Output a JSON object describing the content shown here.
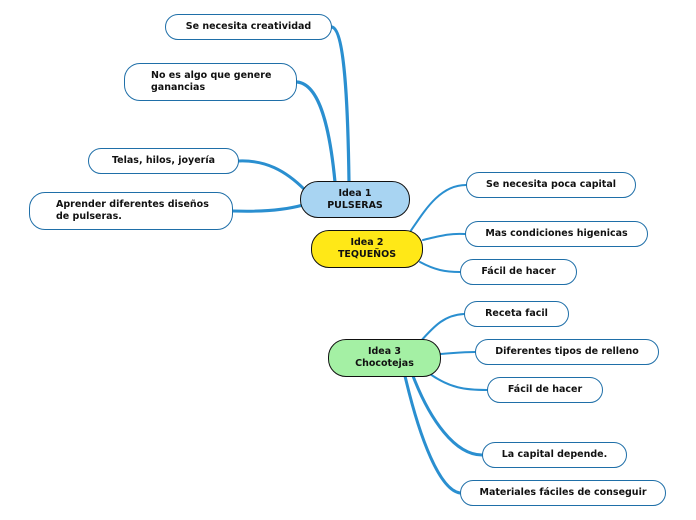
{
  "colors": {
    "line": "#2a8fd0",
    "hub1": "#a8d4f2",
    "hub2": "#ffe817",
    "hub3": "#a4f0a4"
  },
  "hubs": {
    "idea1": {
      "title": "Idea 1",
      "subtitle": "PULSERAS"
    },
    "idea2": {
      "title": "Idea 2",
      "subtitle": "TEQUEÑOS"
    },
    "idea3": {
      "title": "Idea 3",
      "subtitle": "Chocotejas"
    }
  },
  "idea1_items": [
    "Se necesita creatividad",
    "No es algo que genere\nganancias",
    "Telas, hilos, joyería",
    "Aprender diferentes diseños\nde pulseras."
  ],
  "idea2_items": [
    "Se necesita poca capital",
    "Mas condiciones higenicas",
    "Fácil de hacer"
  ],
  "idea3_items": [
    "Receta facil",
    "Diferentes tipos de relleno",
    "Fácil de hacer",
    "La capital depende.",
    "Materiales fáciles de conseguir"
  ]
}
